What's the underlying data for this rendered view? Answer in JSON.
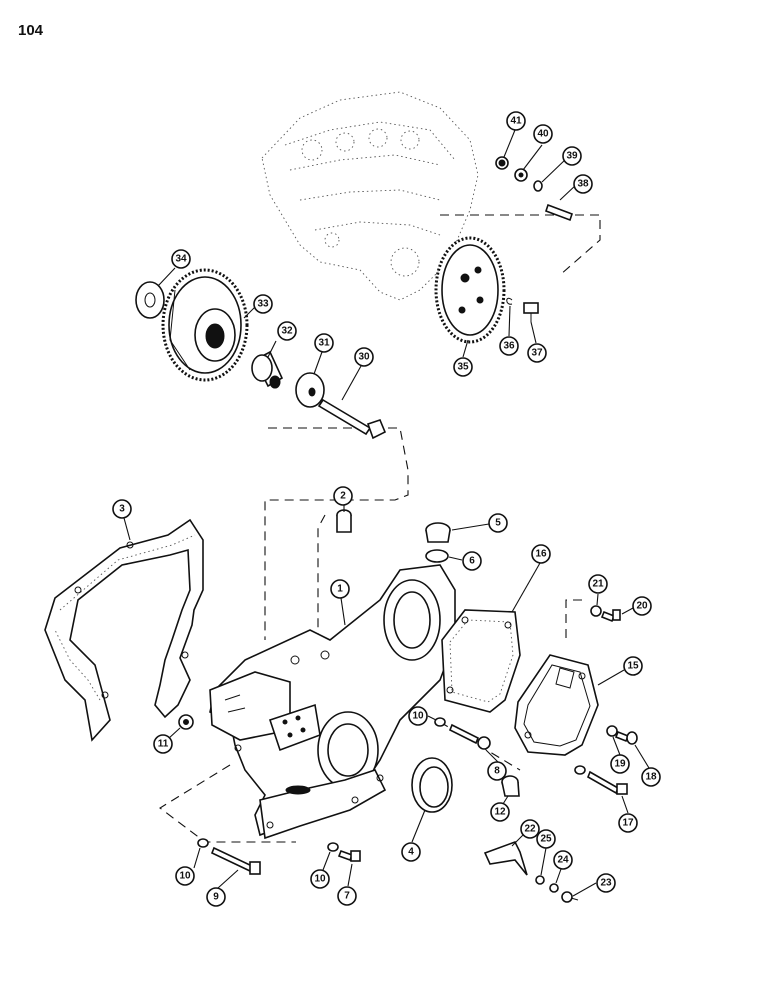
{
  "page": {
    "number": "104"
  },
  "callouts": [
    {
      "id": "1"
    },
    {
      "id": "2"
    },
    {
      "id": "3"
    },
    {
      "id": "4"
    },
    {
      "id": "5"
    },
    {
      "id": "6"
    },
    {
      "id": "7"
    },
    {
      "id": "8"
    },
    {
      "id": "9"
    },
    {
      "id": "10"
    },
    {
      "id": "10"
    },
    {
      "id": "10"
    },
    {
      "id": "10"
    },
    {
      "id": "11"
    },
    {
      "id": "12"
    },
    {
      "id": "15"
    },
    {
      "id": "16"
    },
    {
      "id": "17"
    },
    {
      "id": "18"
    },
    {
      "id": "19"
    },
    {
      "id": "20"
    },
    {
      "id": "21"
    },
    {
      "id": "22"
    },
    {
      "id": "23"
    },
    {
      "id": "24"
    },
    {
      "id": "25"
    },
    {
      "id": "30"
    },
    {
      "id": "31"
    },
    {
      "id": "32"
    },
    {
      "id": "33"
    },
    {
      "id": "34"
    },
    {
      "id": "35"
    },
    {
      "id": "36"
    },
    {
      "id": "37"
    },
    {
      "id": "38"
    },
    {
      "id": "39"
    },
    {
      "id": "40"
    },
    {
      "id": "41"
    }
  ]
}
